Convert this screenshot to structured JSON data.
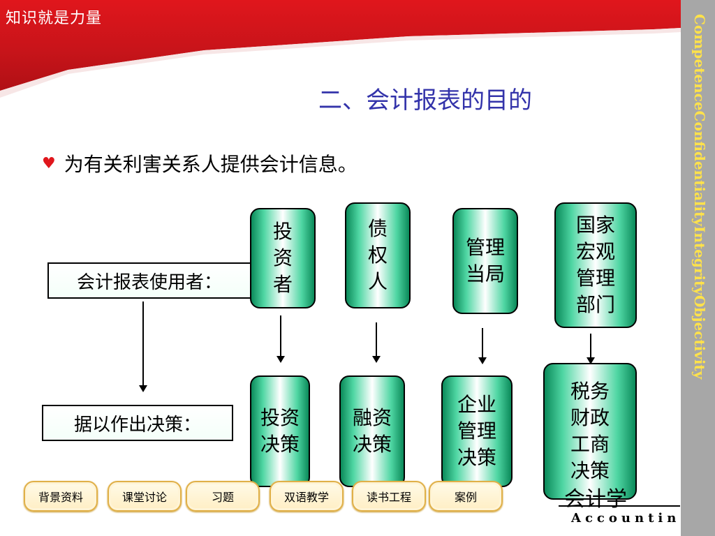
{
  "banner": {
    "title": "知识就是力量"
  },
  "sidebar": {
    "vertical_text": "CompetenceConfidentialityIntegrityObjectivity"
  },
  "slide": {
    "title": "二、会计报表的目的",
    "bullet": "为有关利害关系人提供会计信息。"
  },
  "diagram": {
    "users_label": "会计报表使用者：",
    "decision_label": "据以作出决策：",
    "users": [
      {
        "label": "投\n资\n者"
      },
      {
        "label": "债\n权\n人"
      },
      {
        "label": "管理\n当局"
      },
      {
        "label": "国家\n宏观\n管理\n部门"
      }
    ],
    "decisions": [
      {
        "label": "投资\n决策"
      },
      {
        "label": "融资\n决策"
      },
      {
        "label": "企业\n管理\n决策"
      },
      {
        "label": "税务\n财政\n工商\n决策"
      }
    ]
  },
  "nav": {
    "buttons": [
      "背景资料",
      "课堂讨论",
      "习题",
      "双语教学",
      "读书工程",
      "案例"
    ]
  },
  "logo": {
    "text": "会计学",
    "sub": "Accounting"
  },
  "colors": {
    "banner": "#e0161c",
    "title": "#3333aa",
    "side_text": "#ffe24a",
    "box_green": "#0b8a5a"
  }
}
